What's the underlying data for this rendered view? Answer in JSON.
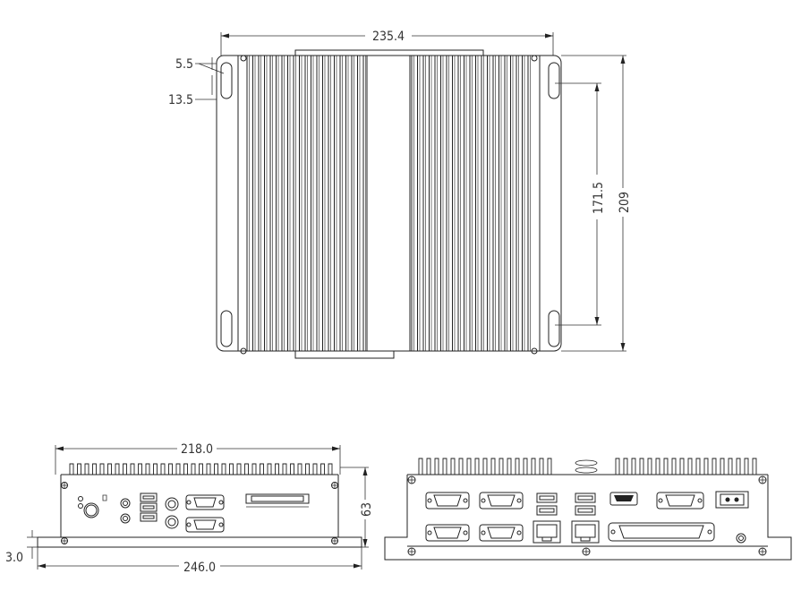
{
  "drawing": {
    "top_view": {
      "width_dim": "235.4",
      "hole_offset_dim": "5.5",
      "hole_length_dim": "13.5",
      "slot_pitch_dim": "171.5",
      "depth_dim": "209"
    },
    "front_view": {
      "top_width_dim": "218.0",
      "base_width_dim": "246.0",
      "height_dim": "63",
      "flange_dim": "3.0"
    }
  }
}
